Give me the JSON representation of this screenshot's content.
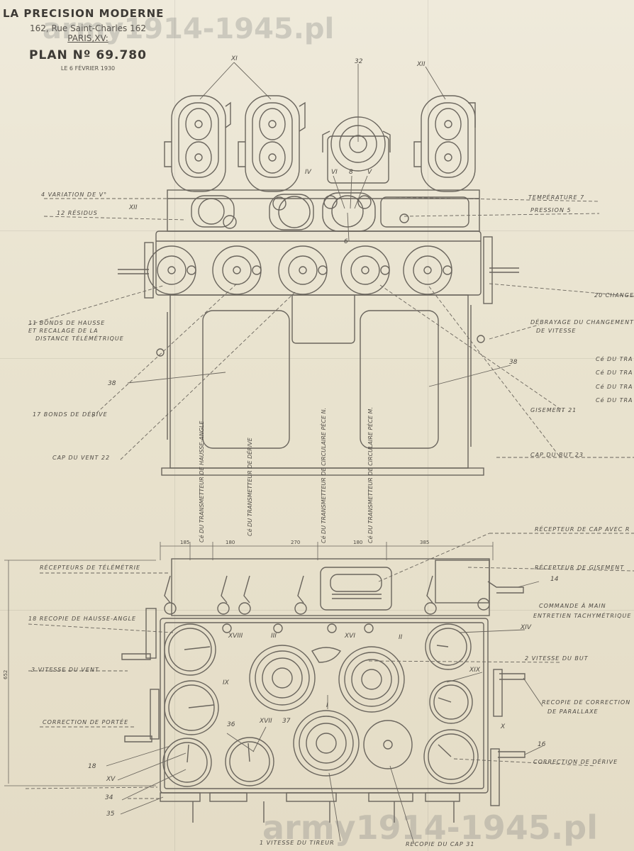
{
  "header": {
    "company": "LA PRECISION MODERNE",
    "address": "162, Rue Saint-Charles 162",
    "city": "PARIS,XV:",
    "plan": "PLAN Nº 69.780",
    "date": "LE 6 FÉVRIER 1930"
  },
  "watermarks": {
    "top": "army1914-1945.pl",
    "bottom": "army1914-1945.pl"
  },
  "upper_view": {
    "roman": {
      "xi": "XI",
      "xii_top": "XII",
      "xii": "XII",
      "iv": "IV",
      "vi": "VI",
      "v": "V",
      "viii": "8"
    },
    "numbers": {
      "n32": "32",
      "n6": "6",
      "n38_left": "38",
      "n38_right": "38"
    },
    "left_labels": [
      "4 VARIATION DE V°",
      "12 RÉSIDUS",
      "11 BONDS DE HAUSSE",
      "ET RECALAGE DE LA",
      "DISTANCE TÉLÉMÉTRIQUE",
      "17 BONDS DE DÉRIVE",
      "CAP DU VENT 22"
    ],
    "right_labels": [
      "TEMPÉRATURE 7",
      "PRESSION 5",
      "20 CHANGE",
      "DÉBRAYAGE DU CHANGEMENT",
      "DE VITESSE",
      "Cé DU TRA",
      "Cé DU TRA",
      "Cé DU TRA",
      "Cé DU TRA",
      "GISEMENT 21",
      "CAP DU BUT 23"
    ]
  },
  "transmitters": [
    "Cé DU TRANSMETTEUR DE HAUSSE-ANGLE",
    "Cé DU TRANSMETTEUR DE DÉRIVE",
    "Cé DU TRANSMETTEUR DE CIRCULAIRE PÈCE N.",
    "Cé DU TRANSMETTEUR DE CIRCULAIRE PÈCE M."
  ],
  "dimensions": [
    "185",
    "180",
    "270",
    "180",
    "385",
    "652"
  ],
  "lower_view": {
    "roman": {
      "xviii": "XVIII",
      "iii": "III",
      "xvi": "XVI",
      "ii": "II",
      "xiv": "XIV",
      "ix": "IX",
      "xix": "XIX",
      "i": "I",
      "xvii": "XVII",
      "x": "X",
      "xv": "XV"
    },
    "numbers": {
      "n14": "14",
      "n16": "16",
      "n36": "36",
      "n37": "37",
      "n18": "18",
      "n34": "34",
      "n35": "35"
    },
    "left_labels": [
      "RÉCEPTEURS DE TÉLÉMÉTRIE",
      "18 RECOPIE DE HAUSSE-ANGLE",
      "3 VITESSE DU VENT",
      "CORRECTION DE PORTÉE"
    ],
    "right_labels": [
      "RÉCEPTEUR DE CAP AVEC R",
      "RÉCEPTEUR DE GISEMENT",
      "COMMANDE À MAIN",
      "ENTRETIEN TACHYMÉTRIQUE",
      "2 VITESSE DU BUT",
      "RECOPIE DE CORRECTION",
      "DE PARALLAXE",
      "CORRECTION DE DÉRIVE"
    ],
    "bottom_labels": [
      "1 VITESSE DU TIREUR",
      "RECOPIE DU CAP 31"
    ]
  }
}
